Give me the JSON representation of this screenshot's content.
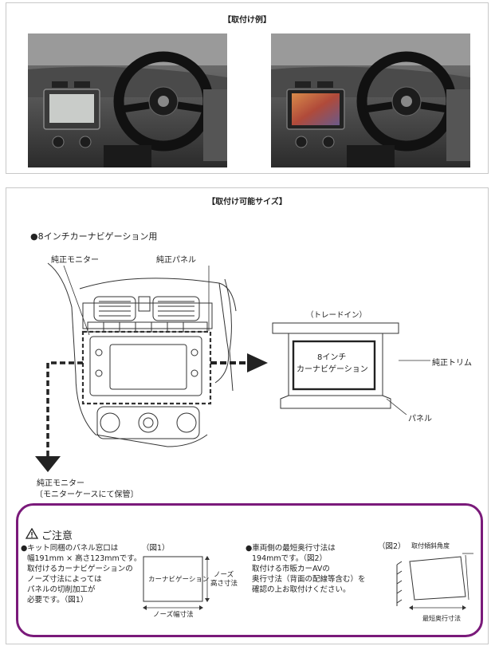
{
  "section1": {
    "title": "【取付け例】"
  },
  "section2": {
    "title": "【取付け可能サイズ】",
    "subtitle": "●8インチカーナビゲーション用",
    "labels": {
      "genuine_monitor": "純正モニター",
      "genuine_panel": "純正パネル",
      "trade_in": "（トレードイン）",
      "navi_line1": "8インチ",
      "navi_line2": "カーナビゲーション",
      "genuine_trim": "純正トリム",
      "panel": "パネル",
      "stored_monitor_line1": "純正モニター",
      "stored_monitor_line2": "〔モニターケースにて保管〕"
    }
  },
  "caution": {
    "title": "ご注意",
    "left_note": [
      "●キット同梱のパネル窓口は",
      "幅191mm × 高さ123mmです。",
      "取付けるカーナビゲーションの",
      "ノーズ寸法によっては",
      "パネルの切削加工が",
      "必要です。（図1）"
    ],
    "fig1": {
      "label": "（図1）",
      "box_text": "カーナビゲーション",
      "height_line1": "ノーズ",
      "height_line2": "高さ寸法",
      "width_label": "ノーズ幅寸法"
    },
    "right_note": [
      "●車両側の最短奥行寸法は",
      "194mmです。（図2）",
      "取付ける市販カーAVの",
      "奥行寸法（背面の配線等含む）を",
      "確認の上お取付けください。"
    ],
    "fig2": {
      "label": "（図2）",
      "angle_label": "取付傾斜角度",
      "depth_label": "最短奥行寸法"
    }
  }
}
